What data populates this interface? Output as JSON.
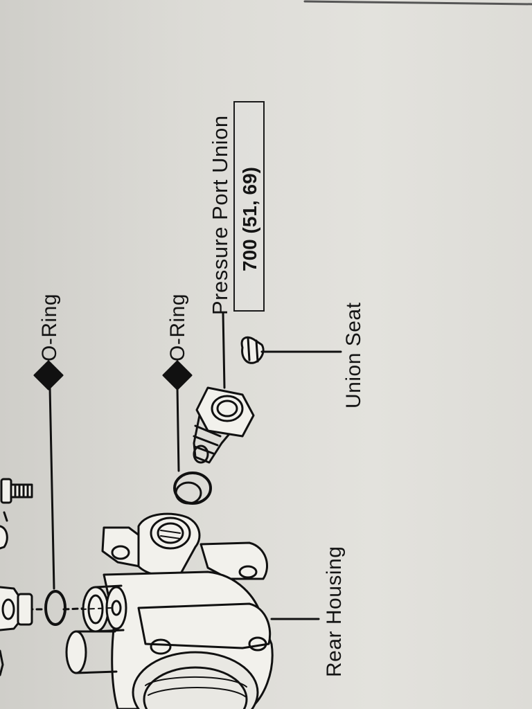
{
  "labels": {
    "o_ring_1": "O-Ring",
    "o_ring_2": "O-Ring",
    "pressure_port_union": "Pressure Port Union",
    "torque_spec": "700 (51, 69)",
    "union_seat": "Union Seat",
    "rear_housing": "Rear Housing"
  }
}
